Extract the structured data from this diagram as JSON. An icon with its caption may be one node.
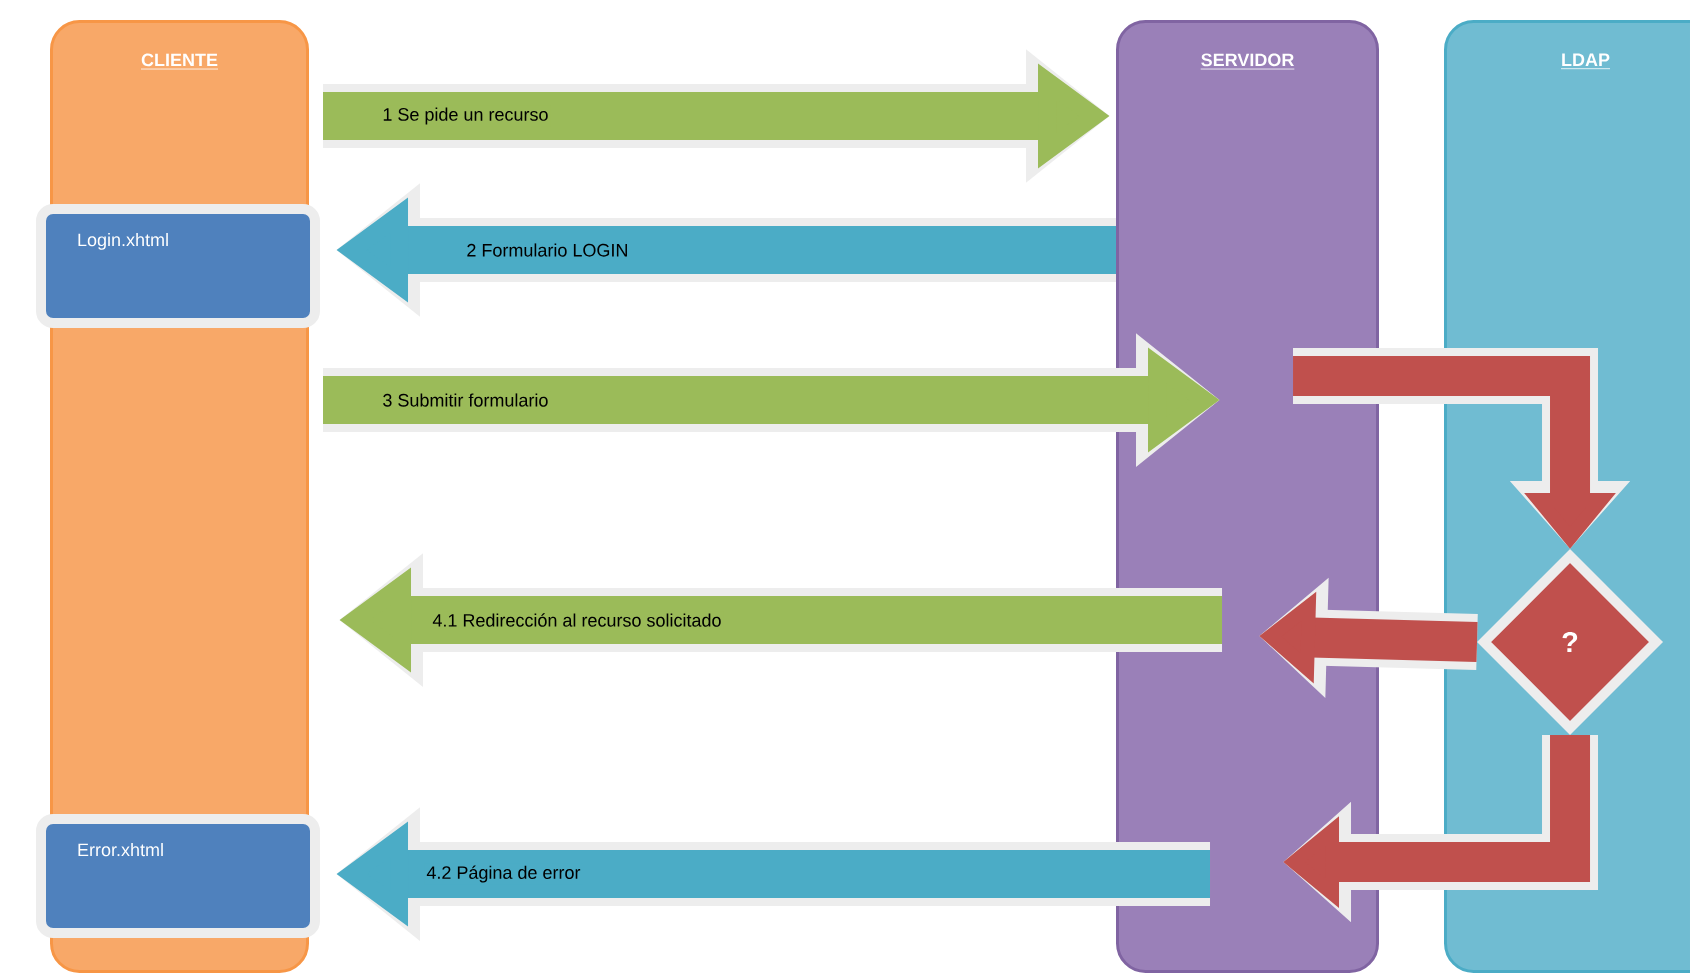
{
  "diagram": {
    "nodes": [
      {
        "text": [
          "CLIENTE"
        ]
      },
      {
        "text": [
          "Login.xhtml"
        ]
      },
      {
        "text": [
          "SERVIDOR"
        ]
      },
      {
        "text": [
          "LDAP"
        ]
      },
      {
        "text": [
          "?"
        ],
        "in": 3
      },
      {
        "text": [
          "Error.xhtml"
        ]
      }
    ],
    "edges": [
      {
        "from": 0,
        "to": 2,
        "arrow": "to",
        "label": "1 Se pide un recurso",
        "color": "#9bbb59"
      },
      {
        "from": 2,
        "to": 1,
        "arrow": "to",
        "label": "2 Formulario LOGIN",
        "color": "#4bacc6"
      },
      {
        "from": 0,
        "to": 2,
        "arrow": "to",
        "label": "3 Submitir formulario",
        "color": "#9bbb59"
      },
      {
        "from": 2,
        "to": 4,
        "arrow": "to",
        "color": "#c0504d"
      },
      {
        "from": 4,
        "to": 2,
        "arrow": "to",
        "color": "#c0504d"
      },
      {
        "from": 2,
        "to": 0,
        "arrow": "to",
        "label": "4.1 Redirección al recurso solicitado",
        "color": "#9bbb59"
      },
      {
        "from": 4,
        "to": 2,
        "arrow": "to",
        "color": "#c0504d"
      },
      {
        "from": 2,
        "to": 5,
        "arrow": "to",
        "label": "4.2 Página de error",
        "color": "#4bacc6"
      }
    ]
  }
}
